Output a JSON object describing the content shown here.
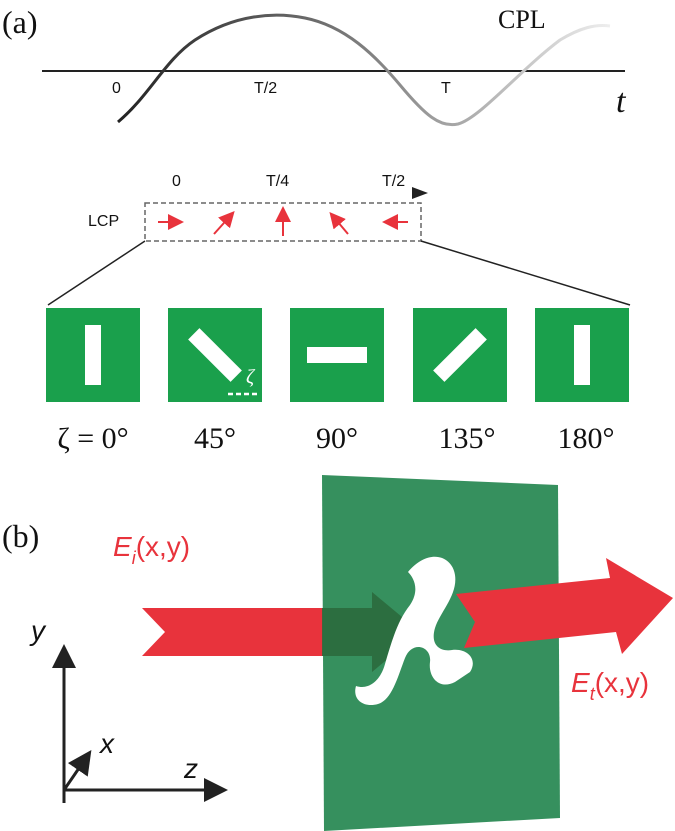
{
  "panel_a": {
    "label": "(a)",
    "wave_label": "CPL",
    "axis_var": "t",
    "ticks": [
      "0",
      "T/2",
      "T"
    ],
    "lcp": {
      "label": "LCP",
      "ticks": [
        "0",
        "T/4",
        "T/2"
      ]
    },
    "cells": {
      "angle_labels": [
        "ζ = 0°",
        "45°",
        "90°",
        "135°",
        "180°"
      ],
      "angle_symbol": "ζ",
      "fill_color": "#1aa04c"
    }
  },
  "panel_b": {
    "label": "(b)",
    "incident_label": "E",
    "incident_sub": "i",
    "incident_arg": "(x,y)",
    "transmitted_label": "E",
    "transmitted_sub": "t",
    "transmitted_arg": "(x,y)",
    "axes": [
      "y",
      "x",
      "z"
    ],
    "beam_color": "#e8333c",
    "plate_color": "#2e8b57"
  }
}
